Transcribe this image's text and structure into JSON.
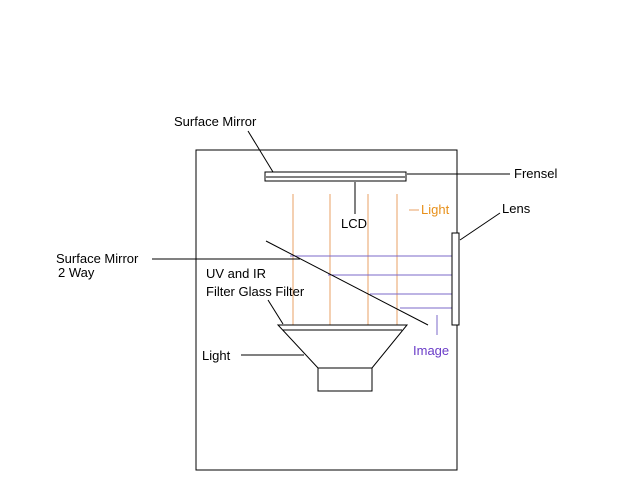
{
  "labels": {
    "surface_mirror": "Surface Mirror",
    "frensel": "Frensel",
    "lcd": "LCD",
    "light_legend": "Light",
    "lens": "Lens",
    "surface_mirror_2way_line1": "Surface Mirror",
    "surface_mirror_2way_line2": "2 Way",
    "uv_ir_line1": "UV and IR",
    "uv_ir_line2": "Filter Glass Filter",
    "light": "Light",
    "image": "Image"
  },
  "colors": {
    "light_rays": "#E8A064",
    "image_rays": "#7B68C8",
    "light_label": "#E8901A",
    "image_label": "#6A3CC8",
    "outline": "#000000"
  }
}
